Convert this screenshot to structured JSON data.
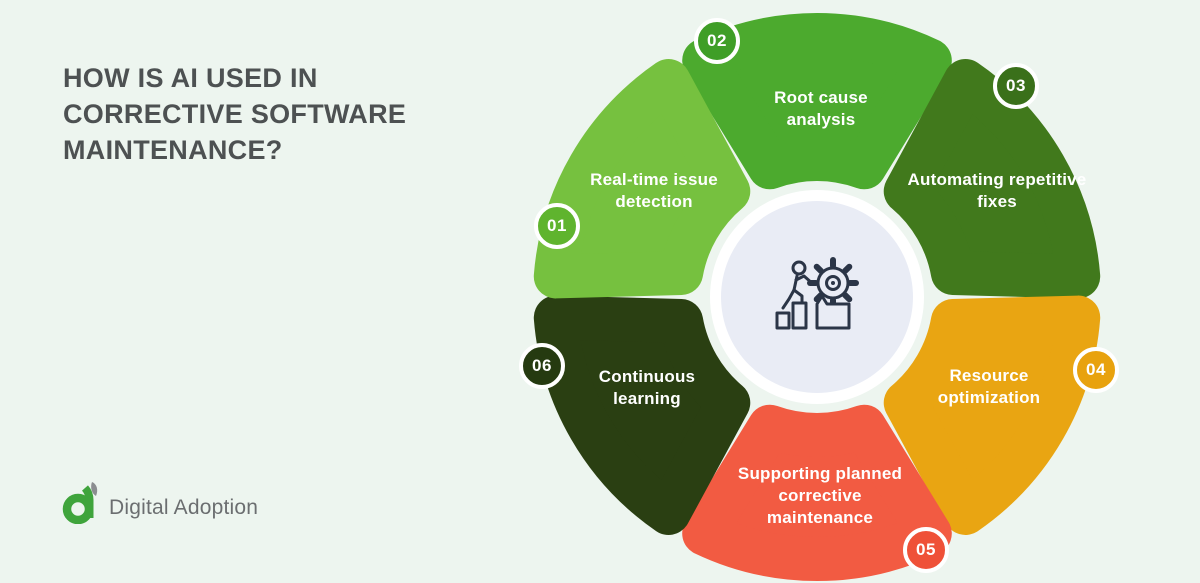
{
  "title": {
    "lines": [
      "HOW IS AI USED IN",
      "CORRECTIVE SOFTWARE",
      "MAINTENANCE?"
    ]
  },
  "brand": {
    "name": "Digital Adoption",
    "logo_green": "#3fa43c",
    "logo_leaf_gray": "#8b8d90",
    "text_color": "#6b6e70"
  },
  "colors": {
    "background": "#edf5ef",
    "title_text": "#4d5152",
    "center_circle_fill": "#e9ecf5",
    "center_circle_ring": "#ffffff",
    "icon_stroke": "#2b3547",
    "label_text": "#ffffff"
  },
  "diagram": {
    "center_icon": "person-climbing-bars-toward-gear-icon",
    "segments": [
      {
        "number": "01",
        "label": "Real-time issue detection",
        "color": "#76c13f",
        "badge_color": "#5fb42e"
      },
      {
        "number": "02",
        "label": "Root cause analysis",
        "color": "#4caa2e",
        "badge_color": "#3f9e27"
      },
      {
        "number": "03",
        "label": "Automating repetitive fixes",
        "color": "#41791c",
        "badge_color": "#3a701a"
      },
      {
        "number": "04",
        "label": "Resource optimization",
        "color": "#e9a512",
        "badge_color": "#e8a20e"
      },
      {
        "number": "05",
        "label": "Supporting planned corrective maintenance",
        "color": "#f25b42",
        "badge_color": "#ef5138"
      },
      {
        "number": "06",
        "label": "Continuous learning",
        "color": "#2a3f12",
        "badge_color": "#253a10"
      }
    ]
  }
}
